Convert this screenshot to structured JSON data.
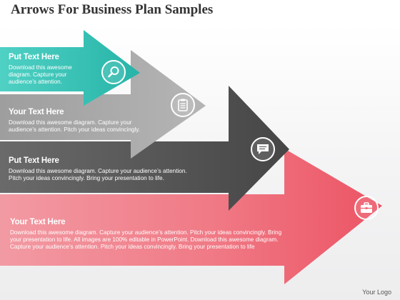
{
  "title": "Arrows For Business Plan Samples",
  "arrows": [
    {
      "heading": "Put Text Here",
      "text": "Download this awesome\ndiagram. Capture your\naudience’s attention.",
      "color": "#35c0b3",
      "icon": "search-icon"
    },
    {
      "heading": "Your Text Here",
      "text": "Download this awesome diagram. Capture your\naudience’s attention. Pitch your ideas convincingly.",
      "color": "#a6a6a6",
      "icon": "clipboard-icon"
    },
    {
      "heading": "Put Text Here",
      "text": "Download this awesome diagram. Capture your audience’s attention.\nPitch your ideas convincingly. Bring your presentation to life.",
      "color": "#595959",
      "icon": "chat-bubble-icon"
    },
    {
      "heading": "Your Text Here",
      "text": "Download this awesome diagram. Capture your audience’s attention. Pitch your ideas convincingly. Bring\nyour presentation to life. All images are 100% editable in PowerPoint. Download this awesome diagram.\nCapture your audience’s attention. Pitch your ideas convincingly. Bring your presentation to life",
      "color": "#ef5f6c",
      "icon": "briefcase-icon"
    }
  ],
  "footer": {
    "logo": "Your Logo"
  }
}
